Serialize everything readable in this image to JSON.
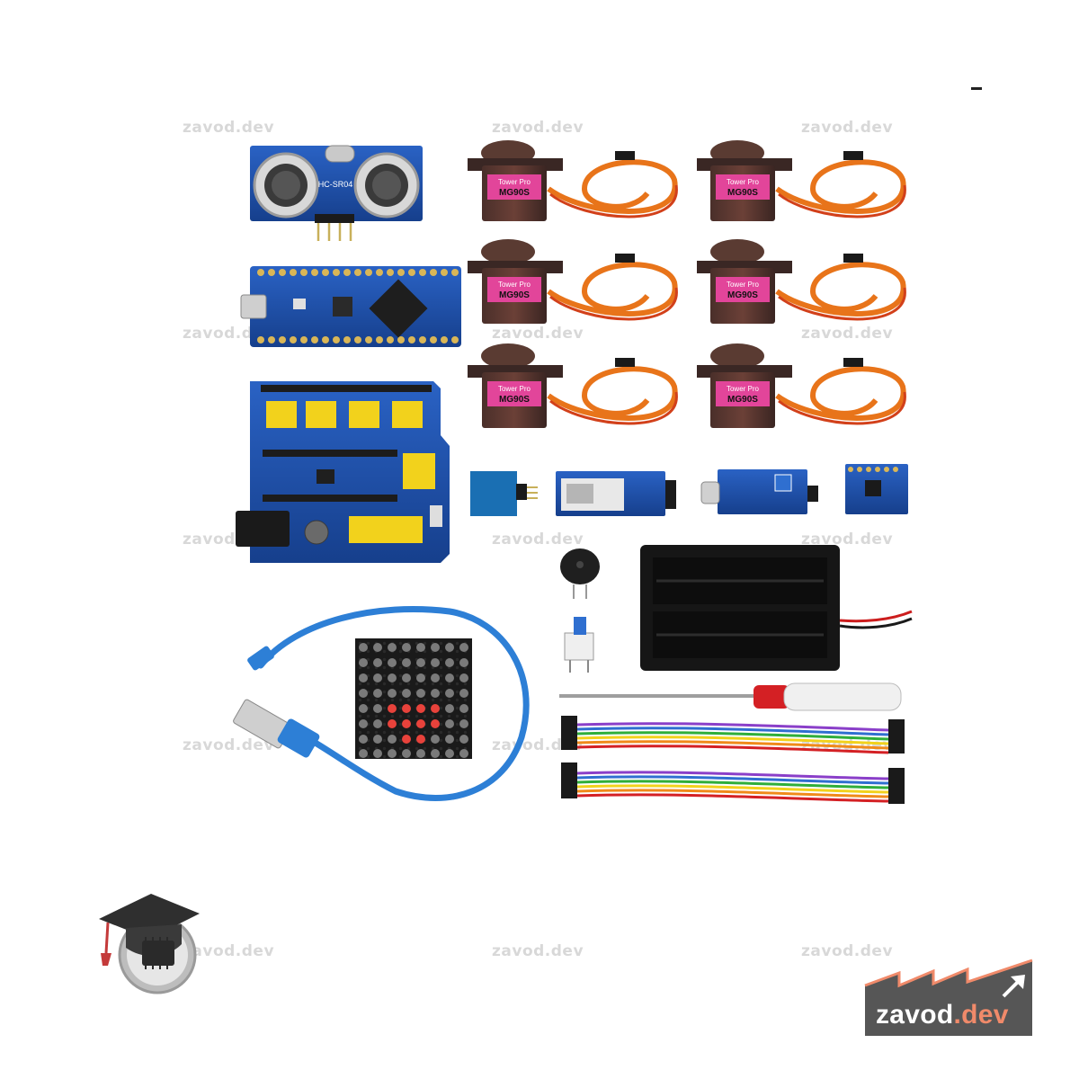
{
  "watermark": "zavod.dev",
  "logo": {
    "name": "zavod",
    "tld": ".dev",
    "background": "#565656",
    "accent": "#f08a6a"
  },
  "labels": {
    "ultrasonic": "HC-SR04",
    "servo_brand": "Tower Pro",
    "servo_model": "MG90S"
  },
  "colors": {
    "pcb_blue": "#1b4fa8",
    "header_yellow": "#f2d21c",
    "servo_pink": "#e2459a",
    "cable_blue": "#2d7fd6",
    "led_red": "#e8423b",
    "battery_black": "#161616"
  },
  "icons": [
    "graduation-cap-icon",
    "chip-icon",
    "arrow-up-right-icon"
  ]
}
